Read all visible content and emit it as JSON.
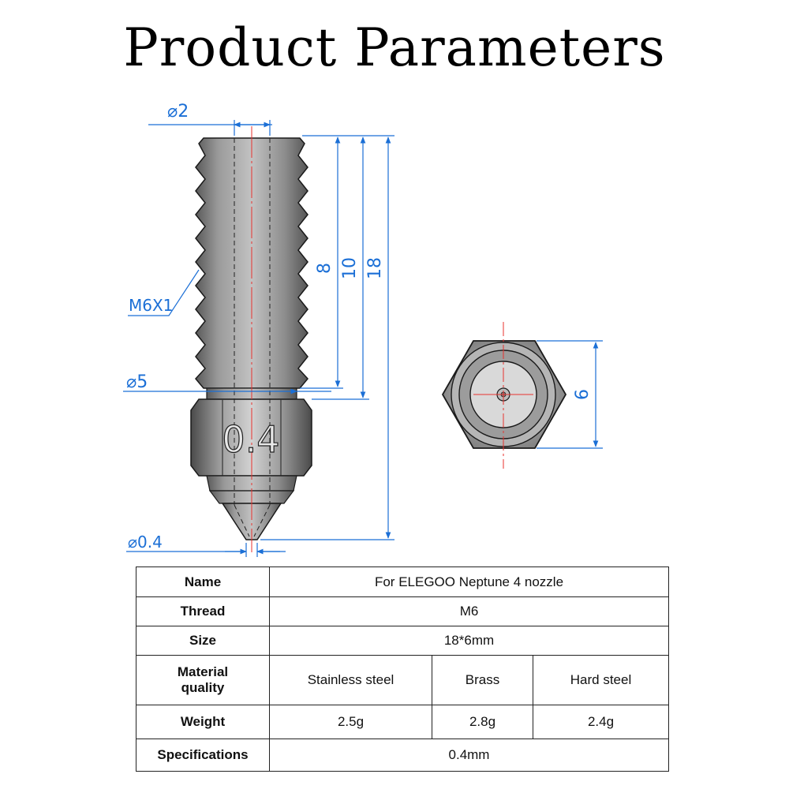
{
  "title": "Product Parameters",
  "drawing": {
    "dimensions": {
      "inner_diameter": "⌀2",
      "thread": "M6X1",
      "outer_diameter": "⌀5",
      "tip_diameter": "⌀0.4",
      "length_thread": "8",
      "length_body": "10",
      "length_total": "18",
      "hex_size": "6"
    },
    "nozzle_marking": "0.4",
    "colors": {
      "dimension": "#1b6fd6",
      "centerline": "#e8322e",
      "metal": "#8a8a8a"
    }
  },
  "table": {
    "rows": [
      {
        "key": "Name",
        "values": [
          "For ELEGOO Neptune 4 nozzle"
        ]
      },
      {
        "key": "Thread",
        "values": [
          "M6"
        ]
      },
      {
        "key": "Size",
        "values": [
          "18*6mm"
        ]
      },
      {
        "key_lines": [
          "Material",
          "quality"
        ],
        "values": [
          "Stainless steel",
          "Brass",
          "Hard steel"
        ]
      },
      {
        "key": "Weight",
        "values": [
          "2.5g",
          "2.8g",
          "2.4g"
        ]
      },
      {
        "key": "Specifications",
        "values": [
          "0.4mm"
        ]
      }
    ]
  }
}
